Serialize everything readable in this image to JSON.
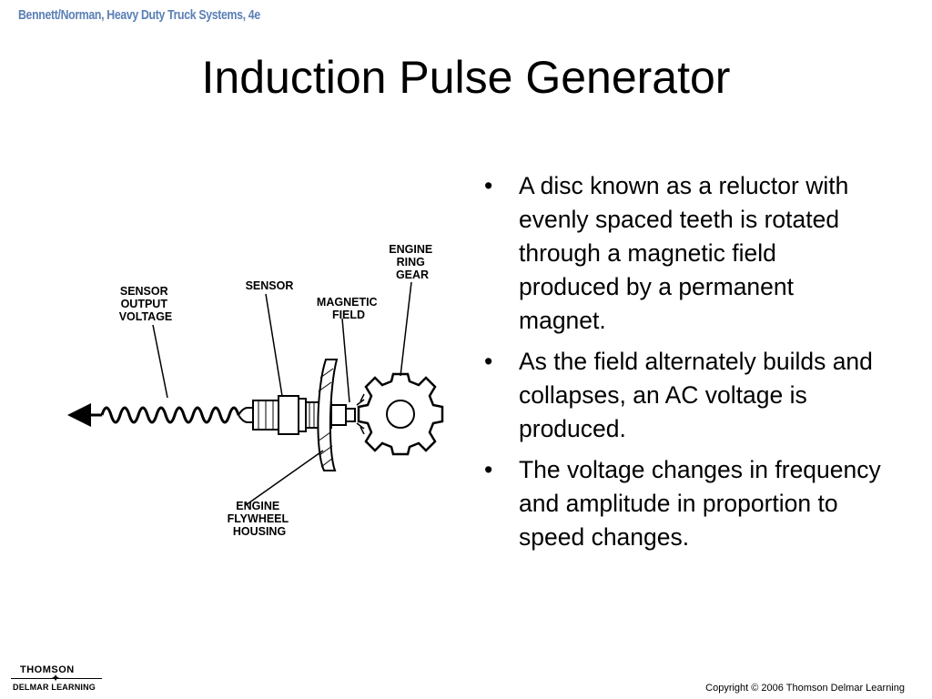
{
  "header": {
    "book_ref": "Bennett/Norman, Heavy Duty Truck Systems, 4e"
  },
  "slide": {
    "title": "Induction Pulse Generator",
    "bullets": [
      "A disc known as a reluctor with evenly spaced teeth is rotated through a magnetic field produced by a permanent magnet.",
      "As the field alternately builds and collapses, an AC voltage is produced.",
      "The voltage changes in frequency and amplitude in proportion to speed changes."
    ],
    "bullet_char": "•"
  },
  "diagram": {
    "labels": {
      "sensor_output_l1": "SENSOR",
      "sensor_output_l2": "OUTPUT",
      "sensor_output_l3": "VOLTAGE",
      "sensor": "SENSOR",
      "magnetic_l1": "MAGNETIC",
      "magnetic_l2": "FIELD",
      "ring_l1": "ENGINE",
      "ring_l2": "RING",
      "ring_l3": "GEAR",
      "flywheel_l1": "ENGINE",
      "flywheel_l2": "FLYWHEEL",
      "flywheel_l3": "HOUSING"
    }
  },
  "footer": {
    "logo_top": "THOMSON",
    "logo_bottom": "DELMAR LEARNING",
    "copyright": "Copyright © 2006 Thomson Delmar Learning"
  }
}
